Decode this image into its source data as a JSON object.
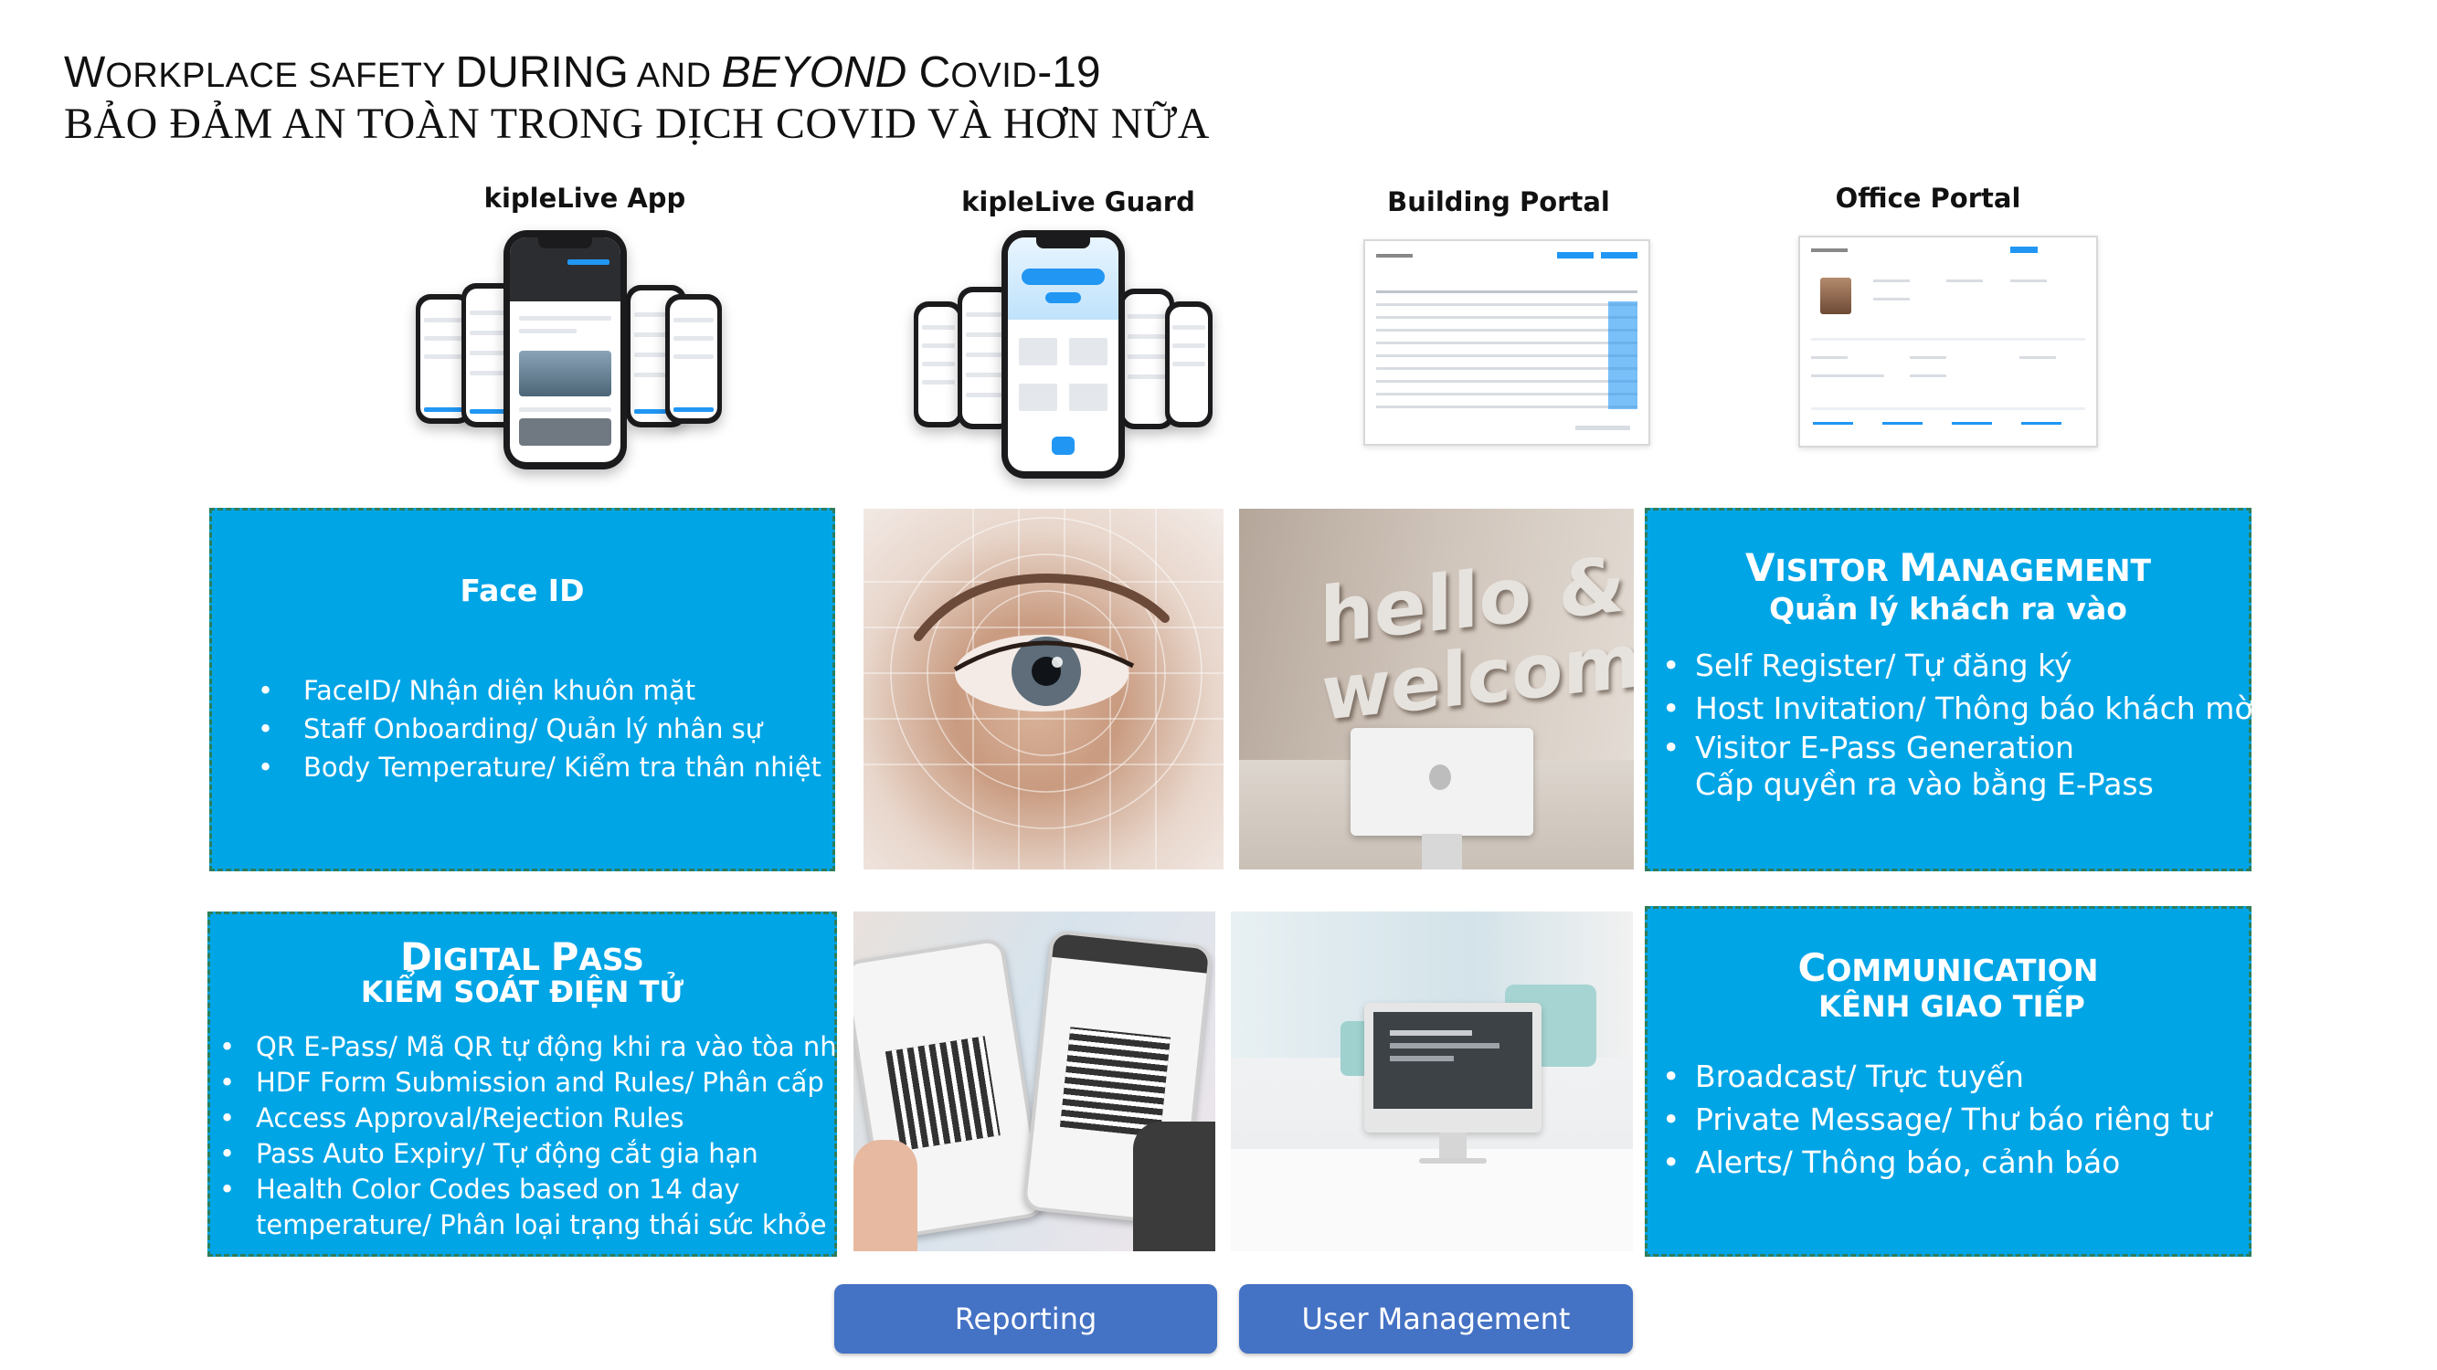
{
  "title": {
    "line1_prefix_W": "W",
    "line1_orkplace": "ORKPLACE SAFETY ",
    "line1_during": "DURING",
    "line1_and": " AND ",
    "line1_beyond": "BEYOND",
    "line1_c": " C",
    "line1_ovid": "OVID",
    "line1_19": "-19",
    "line2": "BẢO ĐẢM AN TOÀN TRONG DỊCH COVID VÀ HƠN NỮA"
  },
  "apps": [
    {
      "label": "kipleLive App"
    },
    {
      "label": "kipleLive Guard"
    },
    {
      "label": "Building Portal"
    },
    {
      "label": "Office Portal"
    }
  ],
  "face_id": {
    "heading": "Face ID",
    "bullets": [
      "FaceID/ Nhận diện khuôn mặt",
      "Staff Onboarding/ Quản lý nhân sự",
      "Body Temperature/ Kiểm tra thân nhiệt"
    ]
  },
  "visitor": {
    "heading_cap1": "V",
    "heading_rest1": "ISITOR ",
    "heading_cap2": "M",
    "heading_rest2": "ANAGEMENT",
    "subheading": "Quản lý khách ra vào",
    "bullets": [
      "Self Register/ Tự đăng ký",
      "Host Invitation/ Thông báo khách mời",
      "Visitor E-Pass Generation"
    ],
    "bullet3_line2": "Cấp quyền ra vào bằng E-Pass"
  },
  "digital_pass": {
    "heading_cap1": "D",
    "heading_rest1": "IGITAL ",
    "heading_cap2": "P",
    "heading_rest2": "ASS",
    "subheading": "KIỂM SOÁT ĐIỆN TỬ",
    "bullets": [
      "QR E-Pass/ Mã QR tự động khi ra vào tòa nhà",
      "HDF Form Submission and Rules/ Phân cấp",
      "Access Approval/Rejection Rules",
      "Pass Auto Expiry/ Tự động cắt gia hạn",
      "Health Color Codes based on 14 day"
    ],
    "bullet5_line2": "temperature/ Phân loại trạng thái sức khỏe"
  },
  "communication": {
    "heading_cap1": "C",
    "heading_rest1": "OMMUNICATION",
    "subheading": "KÊNH GIAO TIẾP",
    "bullets": [
      "Broadcast/ Trực tuyến",
      "Private Message/ Thư báo riêng tư",
      "Alerts/ Thông báo, cảnh báo"
    ]
  },
  "welcome_sign": {
    "line1": "hello &",
    "line2": "welcome."
  },
  "buttons": {
    "reporting": "Reporting",
    "user_management": "User Management"
  },
  "colors": {
    "box": "#00a5e6",
    "box_border": "#2e7d5b",
    "button": "#4472c4",
    "accent": "#2196f3"
  },
  "bullet_glyph": "•"
}
